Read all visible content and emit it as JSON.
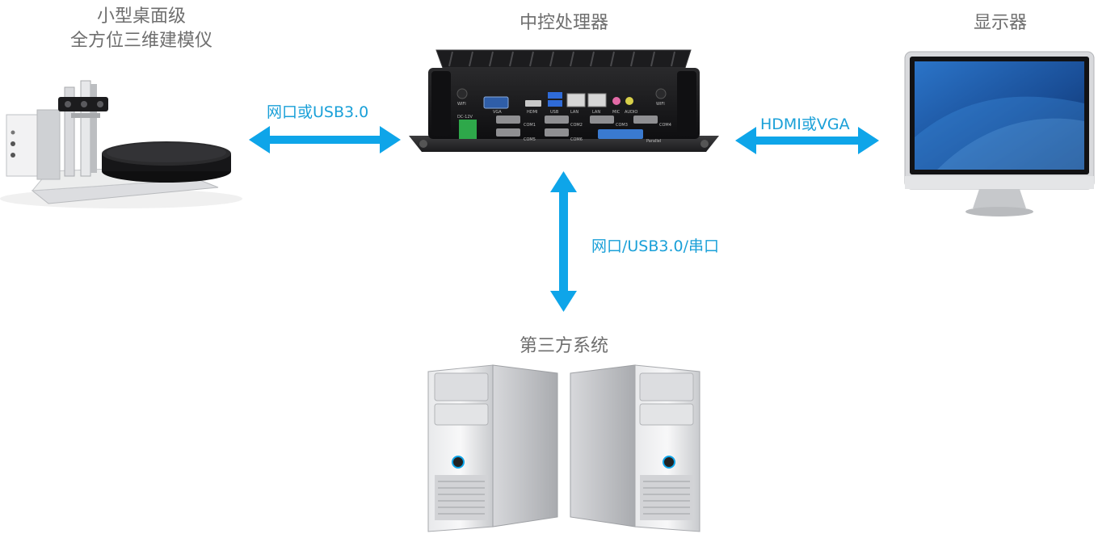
{
  "nodes": {
    "scanner": {
      "label_line1": "小型桌面级",
      "label_line2": "全方位三维建模仪"
    },
    "controller": {
      "label": "中控处理器"
    },
    "display": {
      "label": "显示器"
    },
    "third_party": {
      "label": "第三方系统"
    }
  },
  "links": {
    "scanner_controller": "网口或USB3.0",
    "controller_display": "HDMI或VGA",
    "controller_third_party": "网口/USB3.0/串口"
  },
  "controller_ports": {
    "wifi_left": "WIFI",
    "vga": "VGA",
    "hdmi": "HDMI",
    "usb": "USB",
    "lan1": "LAN",
    "lan2": "LAN",
    "mic": "MIC",
    "audio": "AUDIO",
    "wifi_right": "WIFI",
    "dc": "DC-12V",
    "com1": "COM1",
    "com2": "COM2",
    "com3": "COM3",
    "com4": "COM4",
    "com5": "COM5",
    "com6": "COM6",
    "parallel": "Parallel"
  },
  "colors": {
    "arrow": "#0ea5e9",
    "label_gray": "#6e6e6e",
    "link_text": "#1aa0d8"
  }
}
